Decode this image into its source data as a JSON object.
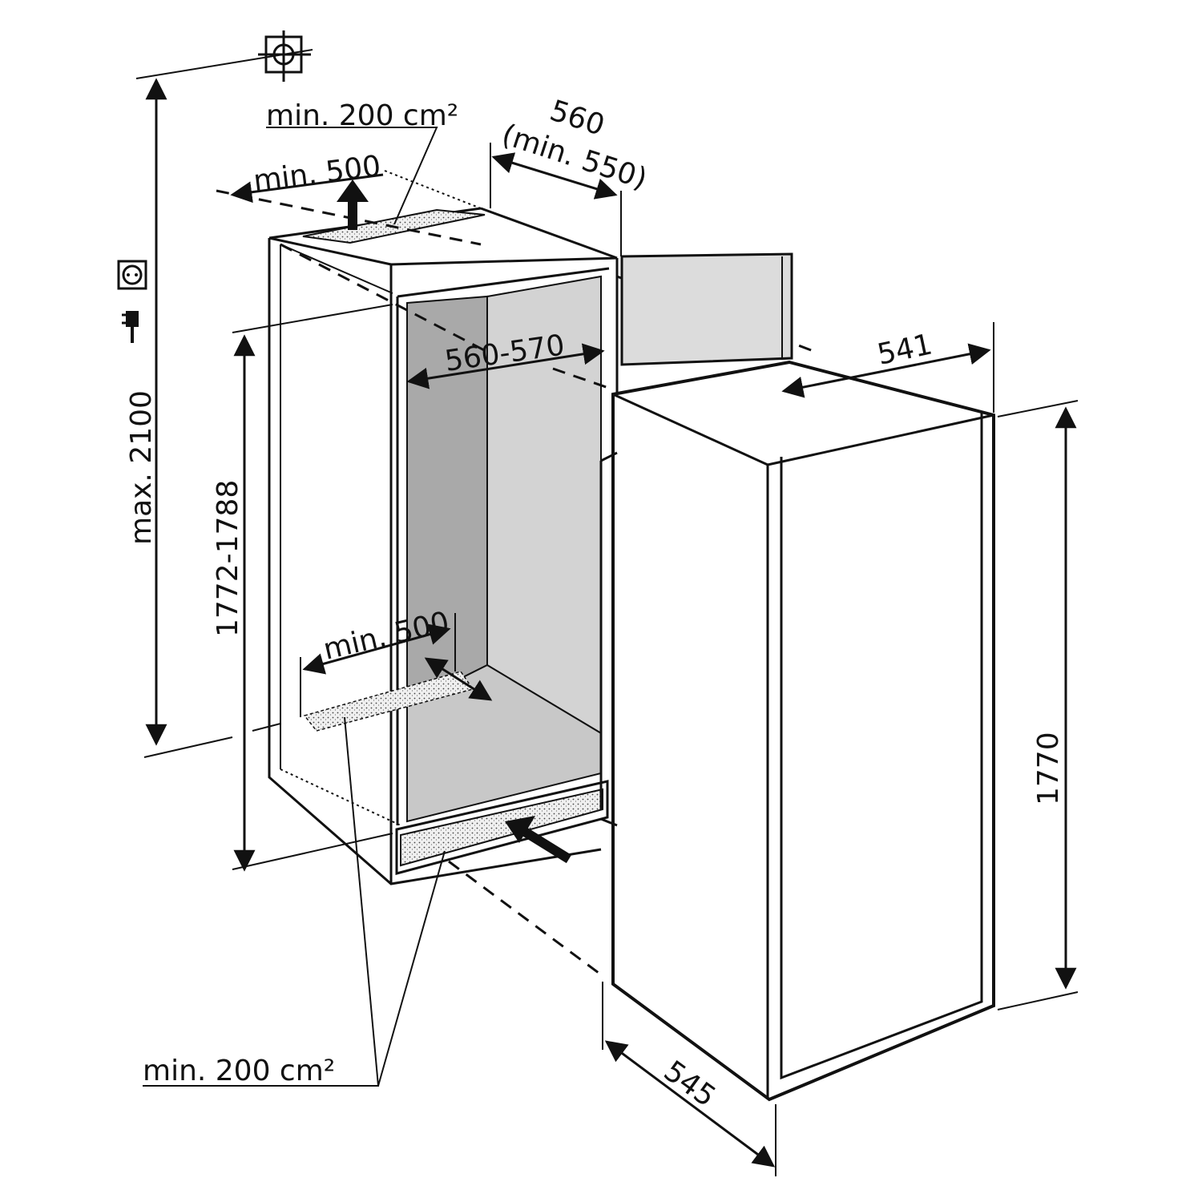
{
  "labels": {
    "vent_top_area": "min. 200 cm²",
    "vent_top_depth": "min. 500",
    "niche_depth": "560",
    "niche_depth_min": "(min. 550)",
    "niche_width": "560-570",
    "niche_height": "1772-1788",
    "max_height": "max. 2100",
    "vent_bottom_depth": "min. 500",
    "vent_bottom_area": "min. 200 cm²",
    "appliance_width": "541",
    "appliance_height": "1770",
    "appliance_depth": "545"
  },
  "icons": [
    "water-connection-icon",
    "power-socket-icon",
    "power-plug-icon"
  ],
  "colors": {
    "line": "#111111",
    "cavity_dark": "#a9a9a9",
    "cavity_light": "#d3d3d3",
    "door_panel": "#dcdcdc",
    "background": "#ffffff"
  }
}
